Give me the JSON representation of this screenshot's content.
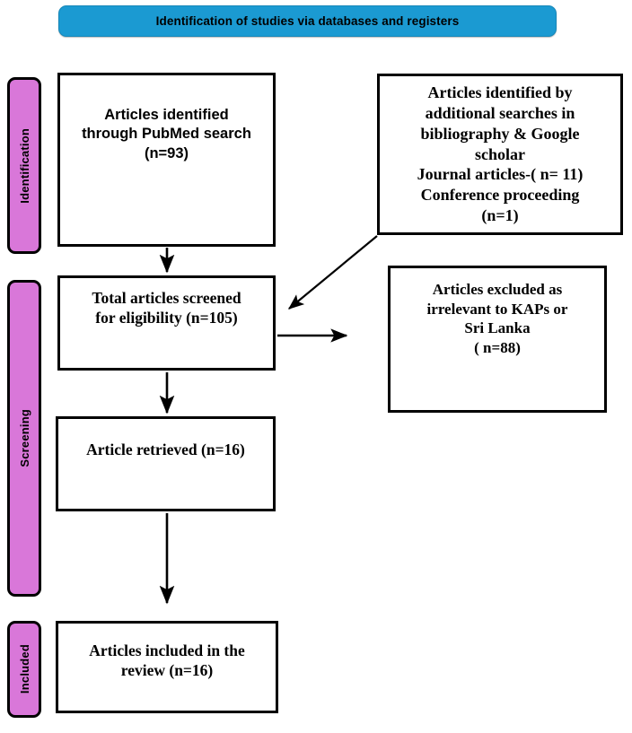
{
  "banner": {
    "label": "Identification of studies via databases and registers",
    "color": "#1b9ad2"
  },
  "stages": [
    {
      "id": "identification",
      "label": "Identification",
      "color": "#d977d9"
    },
    {
      "id": "screening",
      "label": "Screening",
      "color": "#d977d9"
    },
    {
      "id": "included",
      "label": "Included",
      "color": "#d977d9"
    }
  ],
  "boxes": {
    "pubmed": {
      "lines": [
        "Articles  identified",
        "through PubMed search",
        "(n=93)"
      ],
      "count": 93
    },
    "additional": {
      "lines": [
        "Articles identified by",
        "additional searches in",
        "bibliography  & Google",
        "scholar",
        "Journal articles-( n= 11)",
        "Conference proceeding",
        "(n=1)"
      ],
      "journal_articles": 11,
      "conference_proceeding": 1
    },
    "screened": {
      "lines": [
        "Total articles screened",
        "for eligibility (n=105)"
      ],
      "count": 105
    },
    "excluded": {
      "lines": [
        "Articles excluded  as",
        "irrelevant to KAPs or",
        "Sri Lanka",
        "( n=88)"
      ],
      "count": 88
    },
    "retrieved": {
      "lines": [
        "Article retrieved (n=16)"
      ],
      "count": 16
    },
    "included": {
      "lines": [
        "Articles included in the",
        "review (n=16)"
      ],
      "count": 16
    }
  }
}
